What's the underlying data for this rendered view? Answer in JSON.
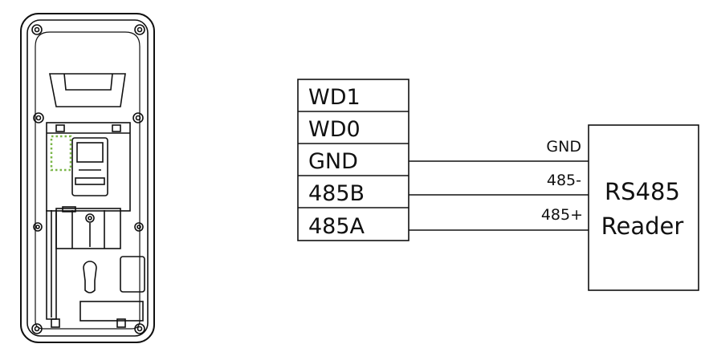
{
  "terminal_block": {
    "labels": [
      "WD1",
      "WD0",
      "GND",
      "485B",
      "485A"
    ]
  },
  "wires": [
    {
      "label": "GND"
    },
    {
      "label": "485-"
    },
    {
      "label": "485+"
    }
  ],
  "reader": {
    "line1": "RS485",
    "line2": "Reader"
  },
  "colors": {
    "line": "#111111",
    "highlight": "#7ab648"
  }
}
